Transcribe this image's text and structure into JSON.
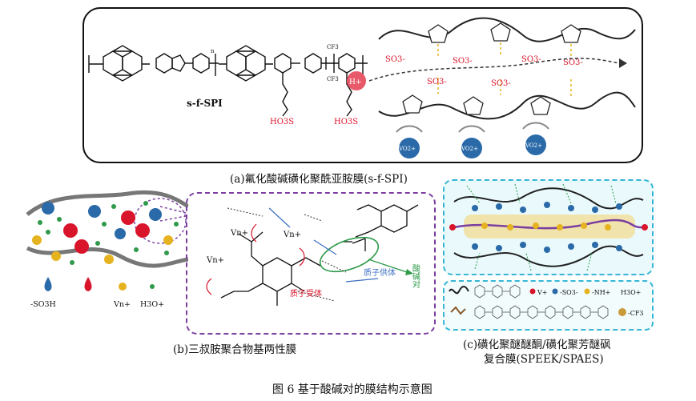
{
  "panel_a": {
    "polymer_name": "s-f-SPI",
    "sulfonic_label": "HO3S",
    "cf3": "CF3",
    "n_label": "n",
    "proton": "H+",
    "sulfonate": "SO3-",
    "vanadium": "VO2+",
    "caption": "(a)氟化酸碱磺化聚酰亚胺膜(s-f-SPI)"
  },
  "panel_b": {
    "legend": {
      "sulfonic": "-SO3H",
      "vanadium": "Vn+",
      "hydroxide": "H3O+"
    },
    "vn": "Vn+",
    "proton_acceptor": "质子受体",
    "proton_donor": "质子供体",
    "acid_base_pair": "酸碱对",
    "caption": "(b)三叔胺聚合物基两性膜"
  },
  "panel_c": {
    "legend": {
      "vplus": "V+",
      "so3": "-SO3-",
      "nh": "-NH+",
      "h3o": "H3O+",
      "cf3": "-CF3"
    },
    "caption_line1": "(c)磺化聚醚醚酮/磺化聚芳醚砜",
    "caption_line2": "复合膜(SPEEK/SPAES)"
  },
  "figure_caption": "图 6  基于酸碱对的膜结构示意图",
  "colors": {
    "acid_red": "#d8152b",
    "vanadium_blue": "#2a6aa8",
    "purple": "#7b3fa0",
    "cyan": "#35b6d6",
    "green": "#2e9a4a",
    "yellow": "#e6b320"
  }
}
